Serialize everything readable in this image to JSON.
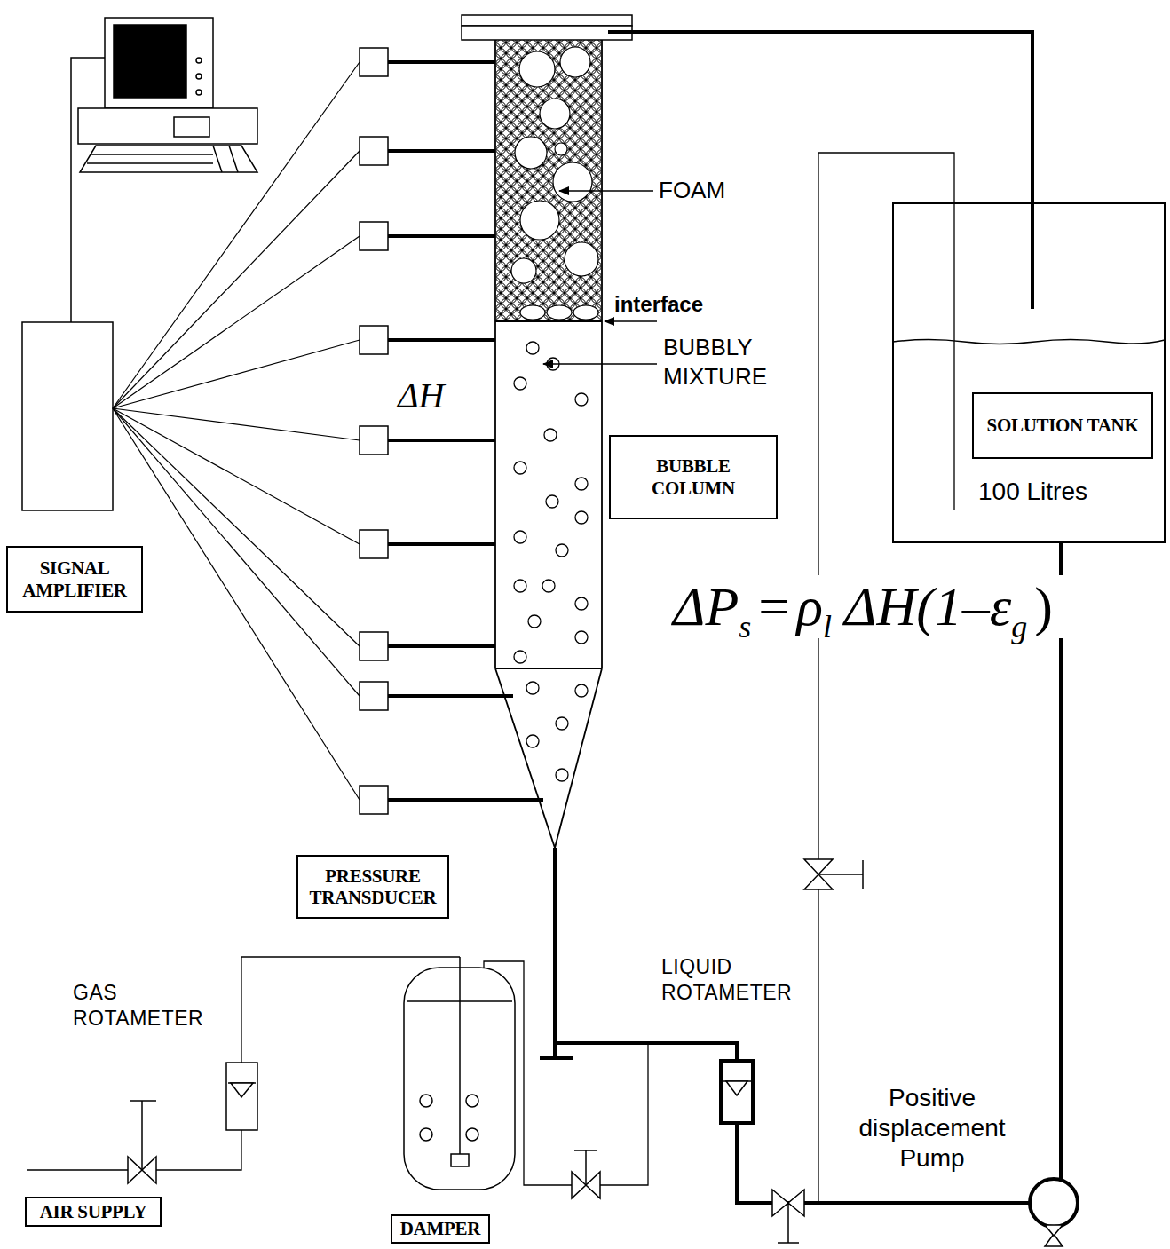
{
  "diagram": {
    "nodes": [
      {
        "text": [
          "100 Litres"
        ]
      },
      {
        "text": [
          "SOLUTION TANK"
        ],
        "in": 0
      },
      {
        "text": [
          "BUBBLE COLUMN"
        ]
      },
      {
        "text": [
          "SIGNAL AMPLIFIER"
        ]
      },
      {
        "text": [
          "PRESSURE TRANSDUCER"
        ]
      },
      {
        "text": [
          "AIR SUPPLY"
        ]
      },
      {
        "text": [
          "DAMPER"
        ]
      }
    ],
    "labels": [
      "FOAM",
      "interface",
      "BUBBLY MIXTURE",
      "ΔH",
      "GAS ROTAMETER",
      "LIQUID ROTAMETER",
      "Positive displacement Pump",
      "ΔP",
      "s",
      "=",
      "ρ",
      "l",
      "ΔH",
      "(1–ε",
      "g",
      ")"
    ]
  }
}
